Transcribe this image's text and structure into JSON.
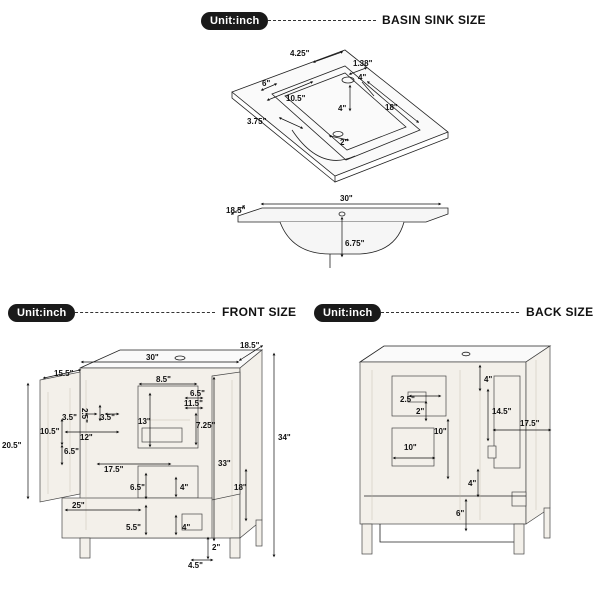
{
  "headers": {
    "basin_unit": "Unit:inch",
    "basin_title": "BASIN SINK SIZE",
    "front_unit": "Unit:inch",
    "front_title": "FRONT SIZE",
    "back_unit": "Unit:inch",
    "back_title": "BACK SIZE"
  },
  "basin": {
    "top": {
      "d_425": "4.25\"",
      "d_138": "1.38\"",
      "d_6": "6\"",
      "d_4a": "4\"",
      "d_105": "10.5\"",
      "d_18": "18\"",
      "d_4b": "4\"",
      "d_375": "3.75\"",
      "d_2": "2\""
    },
    "front": {
      "d_30": "30\"",
      "d_185": "18.5\"",
      "d_675": "6.75\""
    }
  },
  "front": {
    "d_30": "30\"",
    "d_185": "18.5\"",
    "d_155": "15.5\"",
    "d_85": "8.5\"",
    "d_65a": "6.5\"",
    "d_115": "11.5\"",
    "d_35a": "3.5\"",
    "d_25": "2.5\"",
    "d_35b": "3.5\"",
    "d_105": "10.5\"",
    "d_12": "12\"",
    "d_13": "13\"",
    "d_725": "7.25\"",
    "d_205": "20.5\"",
    "d_65b": "6.5\"",
    "d_34": "34\"",
    "d_33": "33\"",
    "d_175": "17.5\"",
    "d_65c": "6.5\"",
    "d_4a": "4\"",
    "d_18": "18\"",
    "d_25b": "25\"",
    "d_55": "5.5\"",
    "d_4b": "4\"",
    "d_2": "2\"",
    "d_45": "4.5\""
  },
  "back": {
    "d_4a": "4\"",
    "d_25": "2.5\"",
    "d_2": "2\"",
    "d_145": "14.5\"",
    "d_175": "17.5\"",
    "d_10a": "10\"",
    "d_10b": "10\"",
    "d_4b": "4\"",
    "d_6": "6\""
  }
}
